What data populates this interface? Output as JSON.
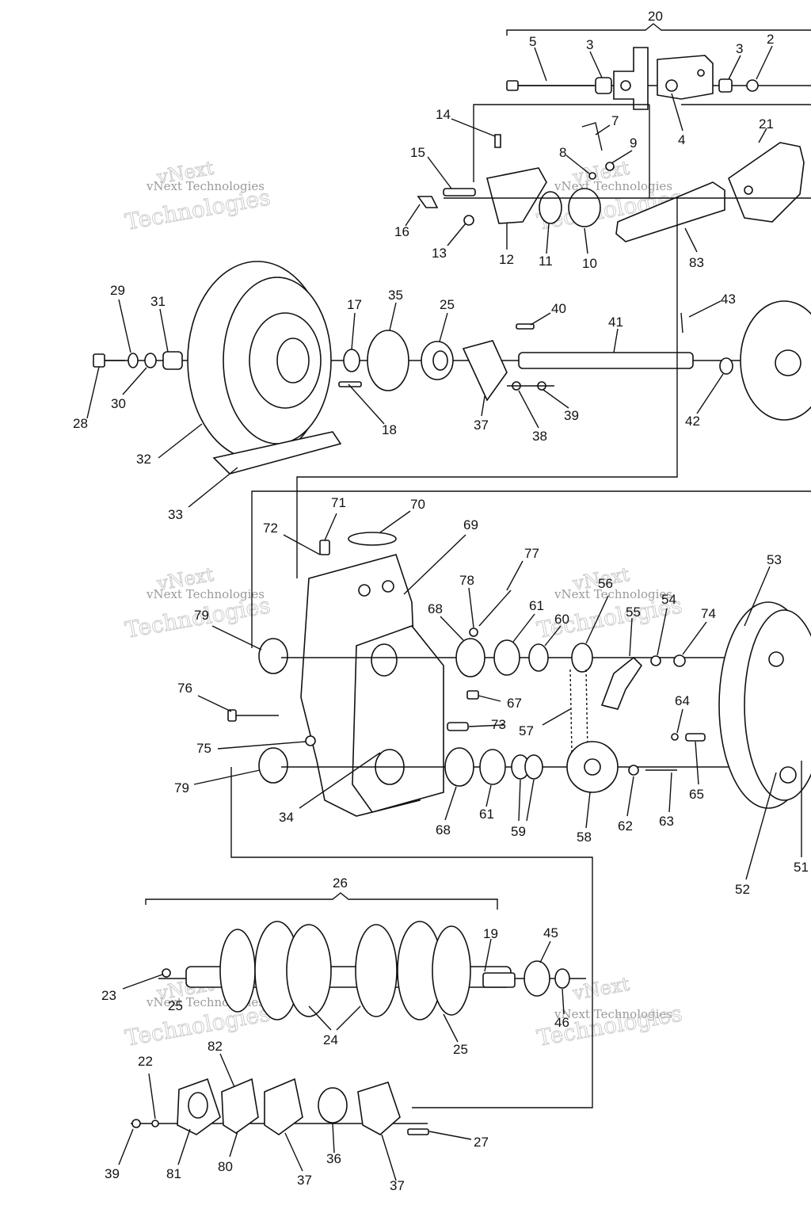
{
  "watermark": {
    "brand": "vNext",
    "word": "Technologies",
    "full": "vNext Technologies"
  },
  "callouts": {
    "c20": "20",
    "c5": "5",
    "c3a": "3",
    "c3b": "3",
    "c2": "2",
    "c4": "4",
    "c14": "14",
    "c7": "7",
    "c15": "15",
    "c8": "8",
    "c9": "9",
    "c21": "21",
    "c16": "16",
    "c13": "13",
    "c12": "12",
    "c11": "11",
    "c10": "10",
    "c83": "83",
    "c29": "29",
    "c31": "31",
    "c17": "17",
    "c35": "35",
    "c25a": "25",
    "c40": "40",
    "c41": "41",
    "c43": "43",
    "c28": "28",
    "c30": "30",
    "c18": "18",
    "c37a": "37",
    "c38": "38",
    "c39a": "39",
    "c42": "42",
    "c32": "32",
    "c33": "33",
    "c71": "71",
    "c70": "70",
    "c72": "72",
    "c69": "69",
    "c77": "77",
    "c78": "78",
    "c68a": "68",
    "c61a": "61",
    "c60": "60",
    "c56": "56",
    "c55": "55",
    "c54": "54",
    "c74": "74",
    "c53": "53",
    "c79a": "79",
    "c76": "76",
    "c67": "67",
    "c73": "73",
    "c57": "57",
    "c64": "64",
    "c75": "75",
    "c65": "65",
    "c79b": "79",
    "c34": "34",
    "c68b": "68",
    "c61b": "61",
    "c59": "59",
    "c58": "58",
    "c62": "62",
    "c63": "63",
    "c52": "52",
    "c51": "51",
    "c26": "26",
    "c19": "19",
    "c45": "45",
    "c23": "23",
    "c25b": "25",
    "c46": "46",
    "c24": "24",
    "c25c": "25",
    "c22": "22",
    "c82": "82",
    "c27": "27",
    "c39b": "39",
    "c81": "81",
    "c80": "80",
    "c37b": "37",
    "c36": "36",
    "c37c": "37"
  }
}
